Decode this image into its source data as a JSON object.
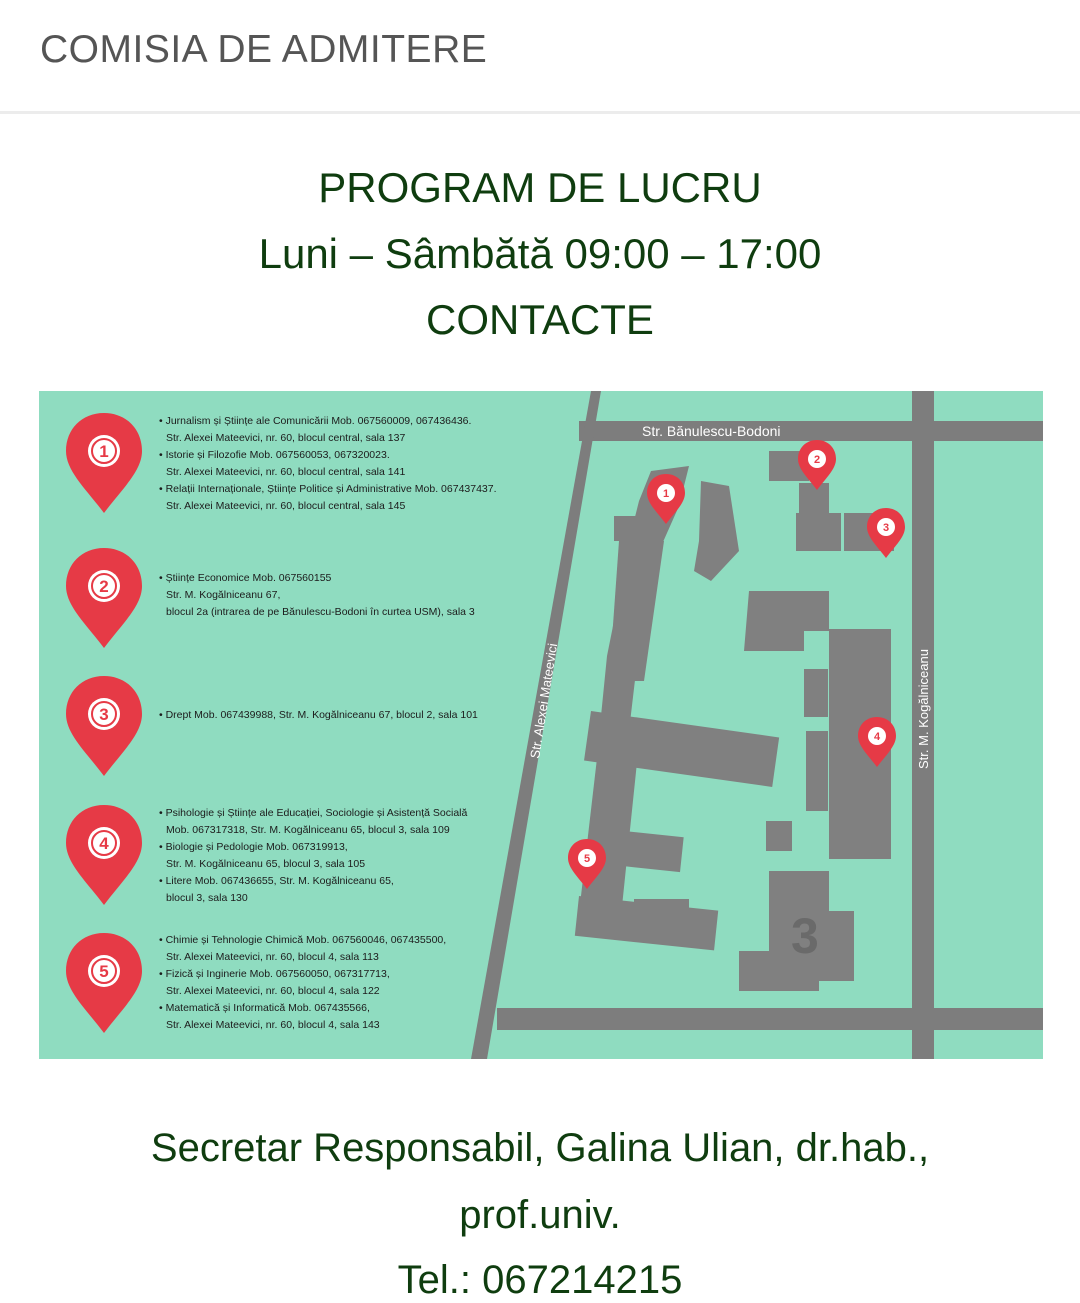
{
  "header": {
    "title": "COMISIA DE ADMITERE"
  },
  "schedule": {
    "title": "PROGRAM DE LUCRU",
    "hours": "Luni – Sâmbătă 09:00 – 17:00",
    "contacts_title": "CONTACTE"
  },
  "map": {
    "streets": {
      "banulescu": "Str. Bănulescu-Bodoni",
      "mateevici": "Str. Alexei Mateevici",
      "kogalniceanu": "Str. M. Kogălniceanu"
    },
    "legend": [
      {
        "number": "1",
        "lines": [
          "• Jurnalism și Științe ale Comunicării Mob. 067560009, 067436436.",
          "Str. Alexei Mateevici, nr. 60, blocul central, sala 137",
          "• Istorie și Filozofie Mob. 067560053, 067320023.",
          "Str. Alexei Mateevici, nr. 60, blocul central, sala 141",
          "• Relații Internaționale, Științe Politice și Administrative Mob. 067437437.",
          "Str. Alexei Mateevici, nr. 60, blocul central, sala 145"
        ]
      },
      {
        "number": "2",
        "lines": [
          "• Științe Economice Mob. 067560155",
          "Str. M. Kogălniceanu 67,",
          "blocul 2a (intrarea de pe Bănulescu-Bodoni în curtea USM), sala 3"
        ]
      },
      {
        "number": "3",
        "lines": [
          "• Drept Mob. 067439988, Str. M. Kogălniceanu 67, blocul 2, sala 101"
        ]
      },
      {
        "number": "4",
        "lines": [
          "• Psihologie și Științe ale Educației, Sociologie și Asistență Socială",
          "Mob. 067317318, Str. M. Kogălniceanu 65, blocul 3, sala 109",
          "• Biologie și Pedologie Mob. 067319913,",
          "Str. M. Kogălniceanu 65, blocul 3, sala 105",
          "• Litere Mob. 067436655, Str. M. Kogălniceanu 65,",
          "blocul 3, sala 130"
        ]
      },
      {
        "number": "5",
        "lines": [
          "• Chimie și Tehnologie Chimică Mob. 067560046, 067435500,",
          "Str. Alexei Mateevici, nr. 60, blocul 4, sala 113",
          "• Fizică și Inginerie Mob. 067560050, 067317713,",
          "Str. Alexei Mateevici, nr. 60, blocul 4, sala 122",
          "• Matematică și Informatică Mob. 067435566,",
          "Str. Alexei Mateevici, nr. 60, blocul 4, sala 143"
        ]
      }
    ],
    "map_pins": [
      "1",
      "2",
      "3",
      "4",
      "5"
    ],
    "building_label": "3",
    "colors": {
      "background": "#8fdcc0",
      "roads": "#7d7d7d",
      "buildings": "#808080",
      "pin": "#e63a46"
    }
  },
  "footer": {
    "responsible_line1": "Secretar Responsabil, Galina Ulian, dr.hab.,",
    "responsible_line2": "prof.univ.",
    "phone": "Tel.: 067214215"
  }
}
